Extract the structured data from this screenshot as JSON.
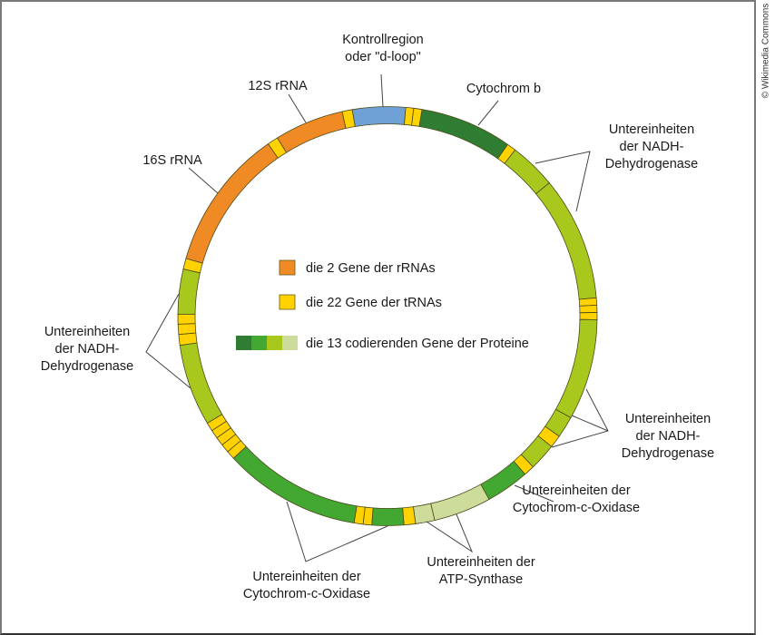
{
  "credit": "© Wikimedia Commons",
  "colors": {
    "rrna": "#f08a24",
    "trna": "#ffd200",
    "dloop": "#6fa0d6",
    "protein_dark": "#2e7d32",
    "protein_mid": "#43a832",
    "protein_lime": "#a8c81e",
    "protein_pale": "#cddc9a",
    "outline": "#4a4a1a",
    "line": "#444444"
  },
  "legend": [
    {
      "label": "die 2 Gene der rRNAs",
      "swatches": [
        "rrna"
      ]
    },
    {
      "label": "die 22 Gene der tRNAs",
      "swatches": [
        "trna"
      ]
    },
    {
      "label": "die 13 codierenden Gene der Proteine",
      "swatches": [
        "protein_dark",
        "protein_mid",
        "protein_lime",
        "protein_pale"
      ]
    }
  ],
  "segments": [
    {
      "from": -9.7,
      "to": 5,
      "type": "dloop"
    },
    {
      "from": 5,
      "to": 7.2,
      "type": "trna"
    },
    {
      "from": 7.2,
      "to": 9.5,
      "type": "trna"
    },
    {
      "from": 9.5,
      "to": 35,
      "type": "protein_dark"
    },
    {
      "from": 35,
      "to": 37.5,
      "type": "trna"
    },
    {
      "from": 37.5,
      "to": 50.5,
      "type": "protein_lime"
    },
    {
      "from": 50.5,
      "to": 85,
      "type": "protein_lime"
    },
    {
      "from": 85,
      "to": 87,
      "type": "trna"
    },
    {
      "from": 87,
      "to": 89,
      "type": "trna"
    },
    {
      "from": 89,
      "to": 91,
      "type": "trna"
    },
    {
      "from": 91,
      "to": 119,
      "type": "protein_lime"
    },
    {
      "from": 119,
      "to": 125,
      "type": "protein_lime"
    },
    {
      "from": 125,
      "to": 128.5,
      "type": "trna"
    },
    {
      "from": 128.5,
      "to": 136,
      "type": "protein_lime"
    },
    {
      "from": 136,
      "to": 139,
      "type": "trna"
    },
    {
      "from": 139,
      "to": 151,
      "type": "protein_mid"
    },
    {
      "from": 151,
      "to": 167,
      "type": "protein_pale"
    },
    {
      "from": 167,
      "to": 172.3,
      "type": "protein_pale"
    },
    {
      "from": 172.3,
      "to": 175.5,
      "type": "trna"
    },
    {
      "from": 175.5,
      "to": 184.3,
      "type": "protein_mid"
    },
    {
      "from": 184.3,
      "to": 186.7,
      "type": "trna"
    },
    {
      "from": 186.7,
      "to": 189.2,
      "type": "trna"
    },
    {
      "from": 189.2,
      "to": 227.3,
      "type": "protein_mid"
    },
    {
      "from": 227.3,
      "to": 229.7,
      "type": "trna"
    },
    {
      "from": 229.7,
      "to": 232.1,
      "type": "trna"
    },
    {
      "from": 232.1,
      "to": 234.5,
      "type": "trna"
    },
    {
      "from": 234.5,
      "to": 236.9,
      "type": "trna"
    },
    {
      "from": 236.9,
      "to": 239.3,
      "type": "trna"
    },
    {
      "from": 239.3,
      "to": 262,
      "type": "protein_lime"
    },
    {
      "from": 262,
      "to": 265,
      "type": "trna"
    },
    {
      "from": 265,
      "to": 267.8,
      "type": "trna"
    },
    {
      "from": 267.8,
      "to": 270.5,
      "type": "trna"
    },
    {
      "from": 270.5,
      "to": 283,
      "type": "protein_lime"
    },
    {
      "from": 283,
      "to": 286,
      "type": "trna"
    },
    {
      "from": 286,
      "to": 325.3,
      "type": "rrna"
    },
    {
      "from": 325.3,
      "to": 328.3,
      "type": "trna"
    },
    {
      "from": 328.3,
      "to": 347.5,
      "type": "rrna"
    },
    {
      "from": 347.5,
      "to": 350.3,
      "type": "trna"
    }
  ],
  "labels": [
    {
      "id": "dloop",
      "lines": [
        "Kontrollregion",
        "oder \"d-loop\""
      ]
    },
    {
      "id": "12s",
      "lines": [
        "12S rRNA"
      ]
    },
    {
      "id": "16s",
      "lines": [
        "16S rRNA"
      ]
    },
    {
      "id": "cytb",
      "lines": [
        "Cytochrom b"
      ]
    },
    {
      "id": "nadh-top-right",
      "lines": [
        "Untereinheiten",
        "der NADH-",
        "Dehydrogenase"
      ]
    },
    {
      "id": "nadh-right",
      "lines": [
        "Untereinheiten",
        "der NADH-",
        "Dehydrogenase"
      ]
    },
    {
      "id": "cox-right",
      "lines": [
        "Untereinheiten der",
        "Cytochrom-c-Oxidase"
      ]
    },
    {
      "id": "atp",
      "lines": [
        "Untereinheiten der",
        "ATP-Synthase"
      ]
    },
    {
      "id": "cox-bottom",
      "lines": [
        "Untereinheiten der",
        "Cytochrom-c-Oxidase"
      ]
    },
    {
      "id": "nadh-left",
      "lines": [
        "Untereinheiten",
        "der NADH-",
        "Dehydrogenase"
      ]
    }
  ]
}
